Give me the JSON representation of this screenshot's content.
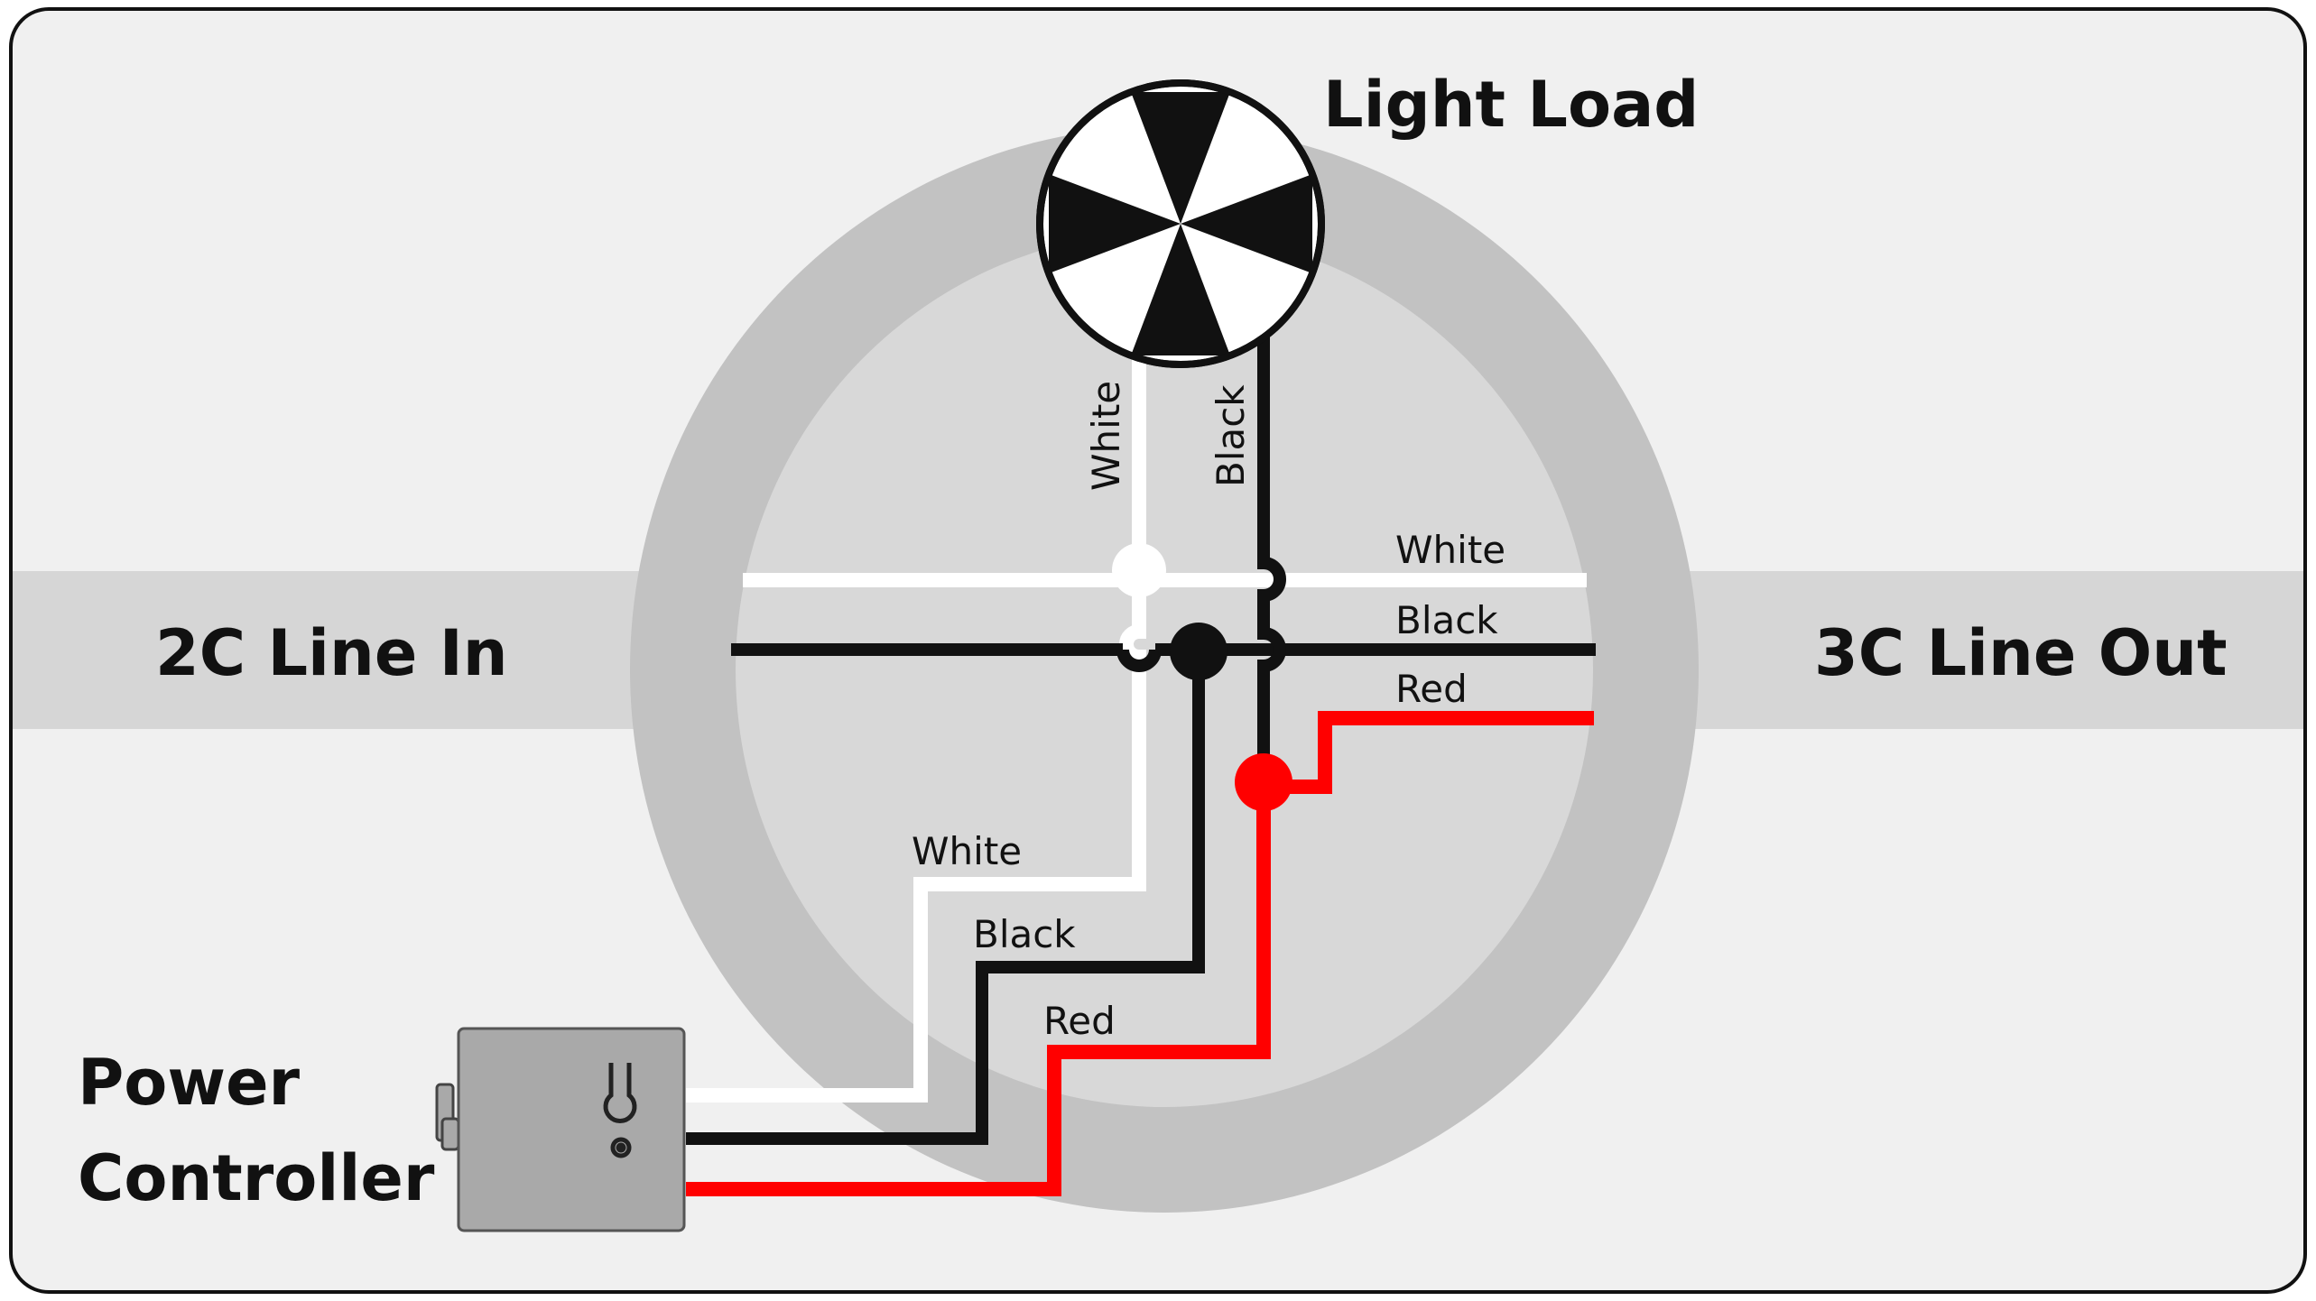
{
  "labels": {
    "light_load": "Light Load",
    "line_in": "2C Line In",
    "line_out": "3C Line Out",
    "power_line1": "Power",
    "power_line2": "Controller"
  },
  "wire_labels": {
    "load_white": "White",
    "load_black": "Black",
    "out_white": "White",
    "out_black": "Black",
    "out_red": "Red",
    "ctrl_white": "White",
    "ctrl_black": "Black",
    "ctrl_red": "Red"
  },
  "colors": {
    "frame_bg": "#f0f0f0",
    "band": "#d6d6d6",
    "ring_outer": "#c2c2c2",
    "ring_inner": "#d8d8d8",
    "wire_white": "#ffffff",
    "wire_black": "#111111",
    "wire_red": "#ff0000",
    "box": "#a9a9a9"
  }
}
